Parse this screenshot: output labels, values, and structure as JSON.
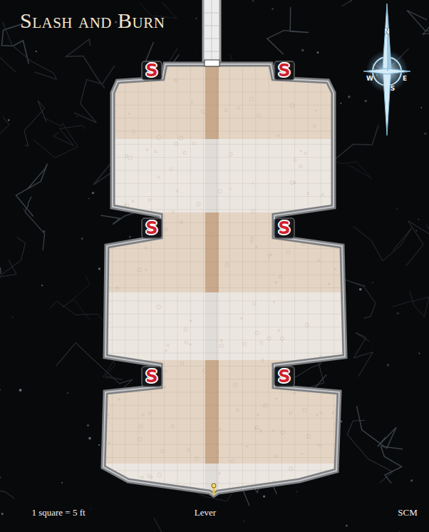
{
  "diagram": {
    "title": "Slash and Burn",
    "labels": [
      "S",
      "S",
      "S",
      "S",
      "S",
      "S",
      "N",
      "W",
      "E",
      "S",
      "1 square = 5 ft",
      "Lever",
      "SCM"
    ]
  }
}
